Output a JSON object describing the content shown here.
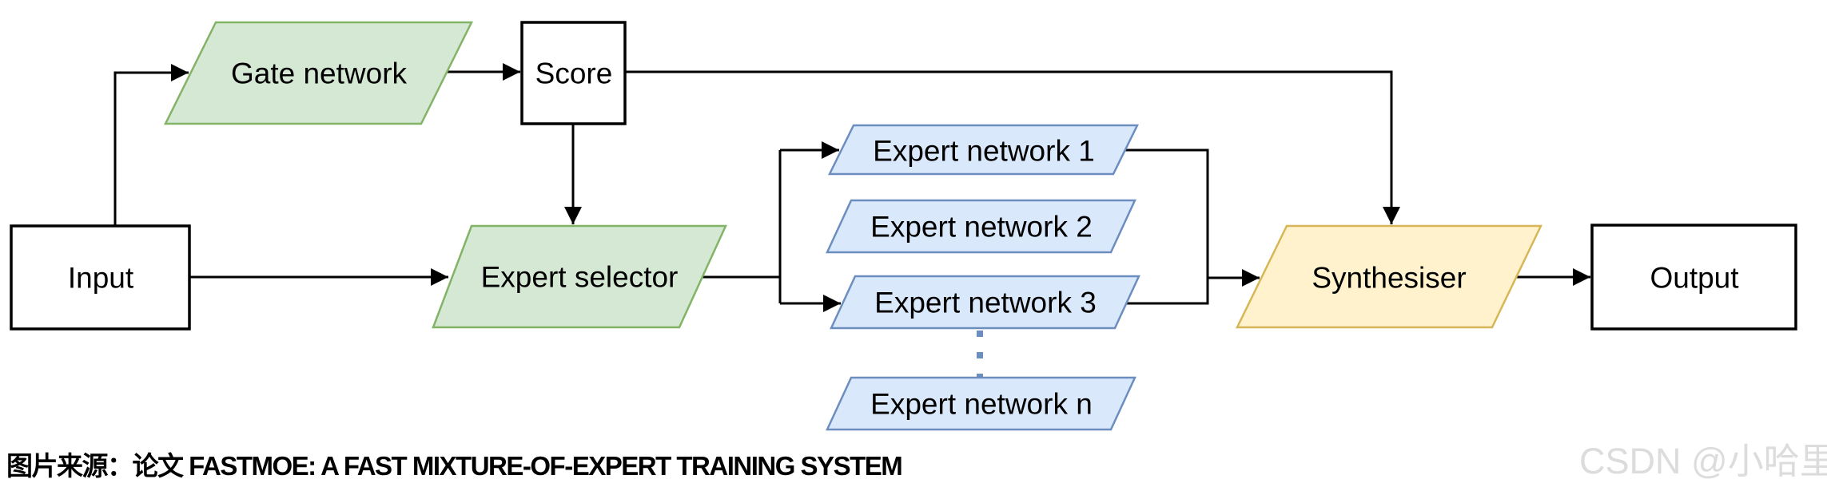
{
  "diagram": {
    "title": "Mixture-of-Experts architecture flowchart",
    "nodes": {
      "input": {
        "label": "Input",
        "shape": "rectangle",
        "fill": "white"
      },
      "gate_network": {
        "label": "Gate network",
        "shape": "parallelogram",
        "fill": "green"
      },
      "score": {
        "label": "Score",
        "shape": "rectangle",
        "fill": "white"
      },
      "expert_selector": {
        "label": "Expert selector",
        "shape": "parallelogram",
        "fill": "green"
      },
      "expert_1": {
        "label": "Expert network 1",
        "shape": "parallelogram",
        "fill": "blue"
      },
      "expert_2": {
        "label": "Expert network 2",
        "shape": "parallelogram",
        "fill": "blue"
      },
      "expert_3": {
        "label": "Expert network 3",
        "shape": "parallelogram",
        "fill": "blue"
      },
      "expert_n": {
        "label": "Expert network n",
        "shape": "parallelogram",
        "fill": "blue"
      },
      "synthesiser": {
        "label": "Synthesiser",
        "shape": "parallelogram",
        "fill": "yellow"
      },
      "output": {
        "label": "Output",
        "shape": "rectangle",
        "fill": "white"
      }
    },
    "edges": [
      {
        "from": "input",
        "to": "gate_network"
      },
      {
        "from": "gate_network",
        "to": "score"
      },
      {
        "from": "score",
        "to": "synthesiser"
      },
      {
        "from": "score",
        "to": "expert_selector"
      },
      {
        "from": "input",
        "to": "expert_selector"
      },
      {
        "from": "expert_selector",
        "to": "expert_1"
      },
      {
        "from": "expert_selector",
        "to": "expert_3"
      },
      {
        "from": "expert_1",
        "to": "synthesiser"
      },
      {
        "from": "expert_3",
        "to": "synthesiser"
      },
      {
        "from": "synthesiser",
        "to": "output"
      }
    ],
    "ellipsis_between": [
      "expert_3",
      "expert_n"
    ],
    "colors": {
      "green_fill": "#d5e8d4",
      "green_border": "#82b366",
      "blue_fill": "#dae8fc",
      "blue_border": "#6c8ebf",
      "yellow_fill": "#fff2cc",
      "yellow_border": "#d6b656",
      "box_fill": "#ffffff",
      "box_border": "#000000",
      "connector": "#000000",
      "ellipsis_dots": "#6c8ebf"
    }
  },
  "caption": {
    "text": "图片来源：论文 FASTMOE: A FAST MIXTURE-OF-EXPERT TRAINING SYSTEM"
  },
  "watermark": {
    "text": "CSDN @小哈里",
    "color": "#dcdcdc"
  }
}
